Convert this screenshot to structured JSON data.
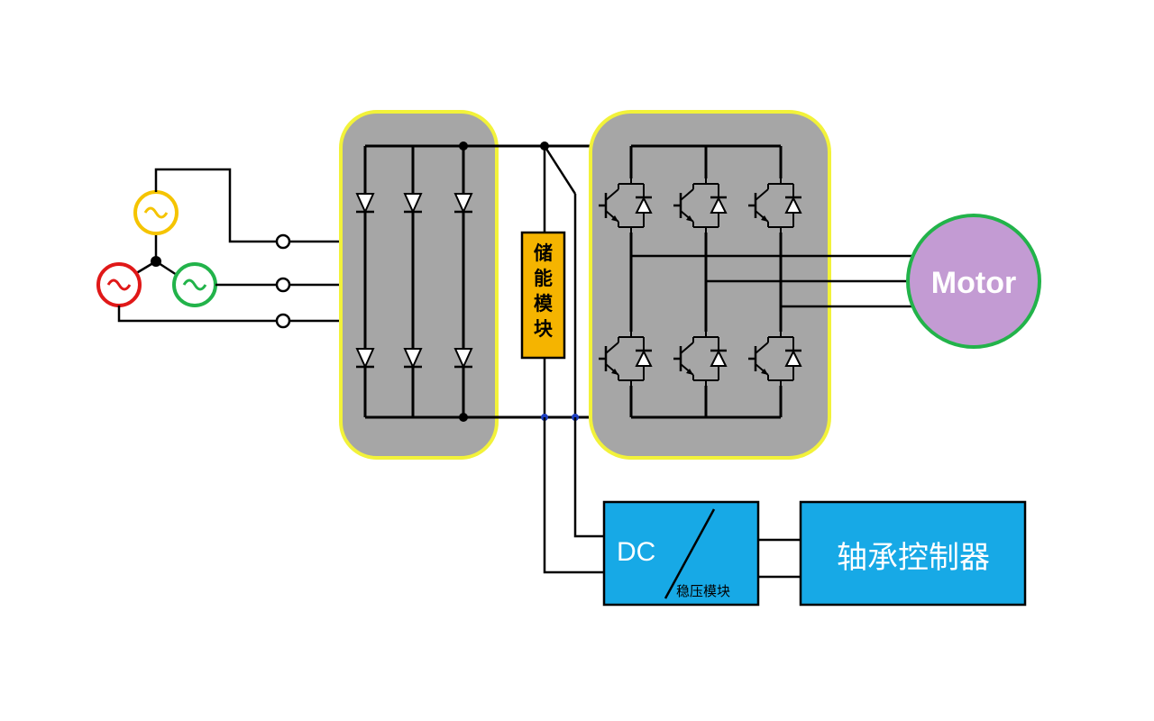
{
  "diagram": {
    "motor_label": "Motor",
    "storage_label": "储能模块",
    "dc_converter": {
      "main_label": "DC",
      "sub_label": "稳压模块"
    },
    "controller_label": "轴承控制器",
    "sources": [
      {
        "name": "phase-yellow",
        "color": "#f5c400"
      },
      {
        "name": "phase-red",
        "color": "#e01818"
      },
      {
        "name": "phase-green",
        "color": "#22b34a"
      }
    ],
    "colors": {
      "panel_fill": "#a6a6a6",
      "panel_border": "#f2f23a",
      "motor_fill": "#c39bd3",
      "motor_border": "#22b34a",
      "converter_fill": "#17a9e6",
      "storage_fill": "#f5b400",
      "bus_junction": "#1f3fbf"
    },
    "icons": [
      "ac-source-icon",
      "diode-icon",
      "igbt-icon",
      "terminal-icon",
      "junction-dot"
    ]
  }
}
